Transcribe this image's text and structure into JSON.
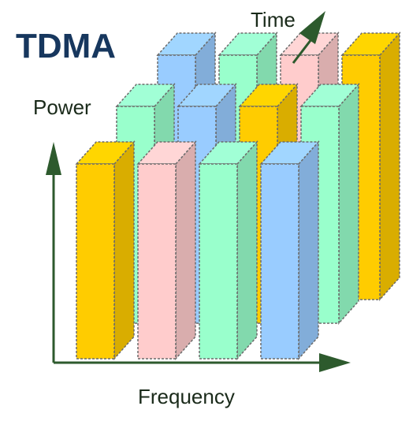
{
  "title": "TDMA",
  "axes": {
    "power_label": "Power",
    "time_label": "Time",
    "frequency_label": "Frequency"
  },
  "colors": {
    "blue": "#99ccff",
    "green": "#99ffcc",
    "pink": "#ffcccc",
    "yellow": "#ffcc00",
    "axis": "#2d5a2d",
    "title": "#17375e"
  },
  "grid": {
    "rows": [
      [
        "blue",
        "green",
        "pink",
        "yellow"
      ],
      [
        "green",
        "blue",
        "yellow",
        "green"
      ],
      [
        "yellow",
        "pink",
        "green",
        "blue"
      ]
    ]
  }
}
